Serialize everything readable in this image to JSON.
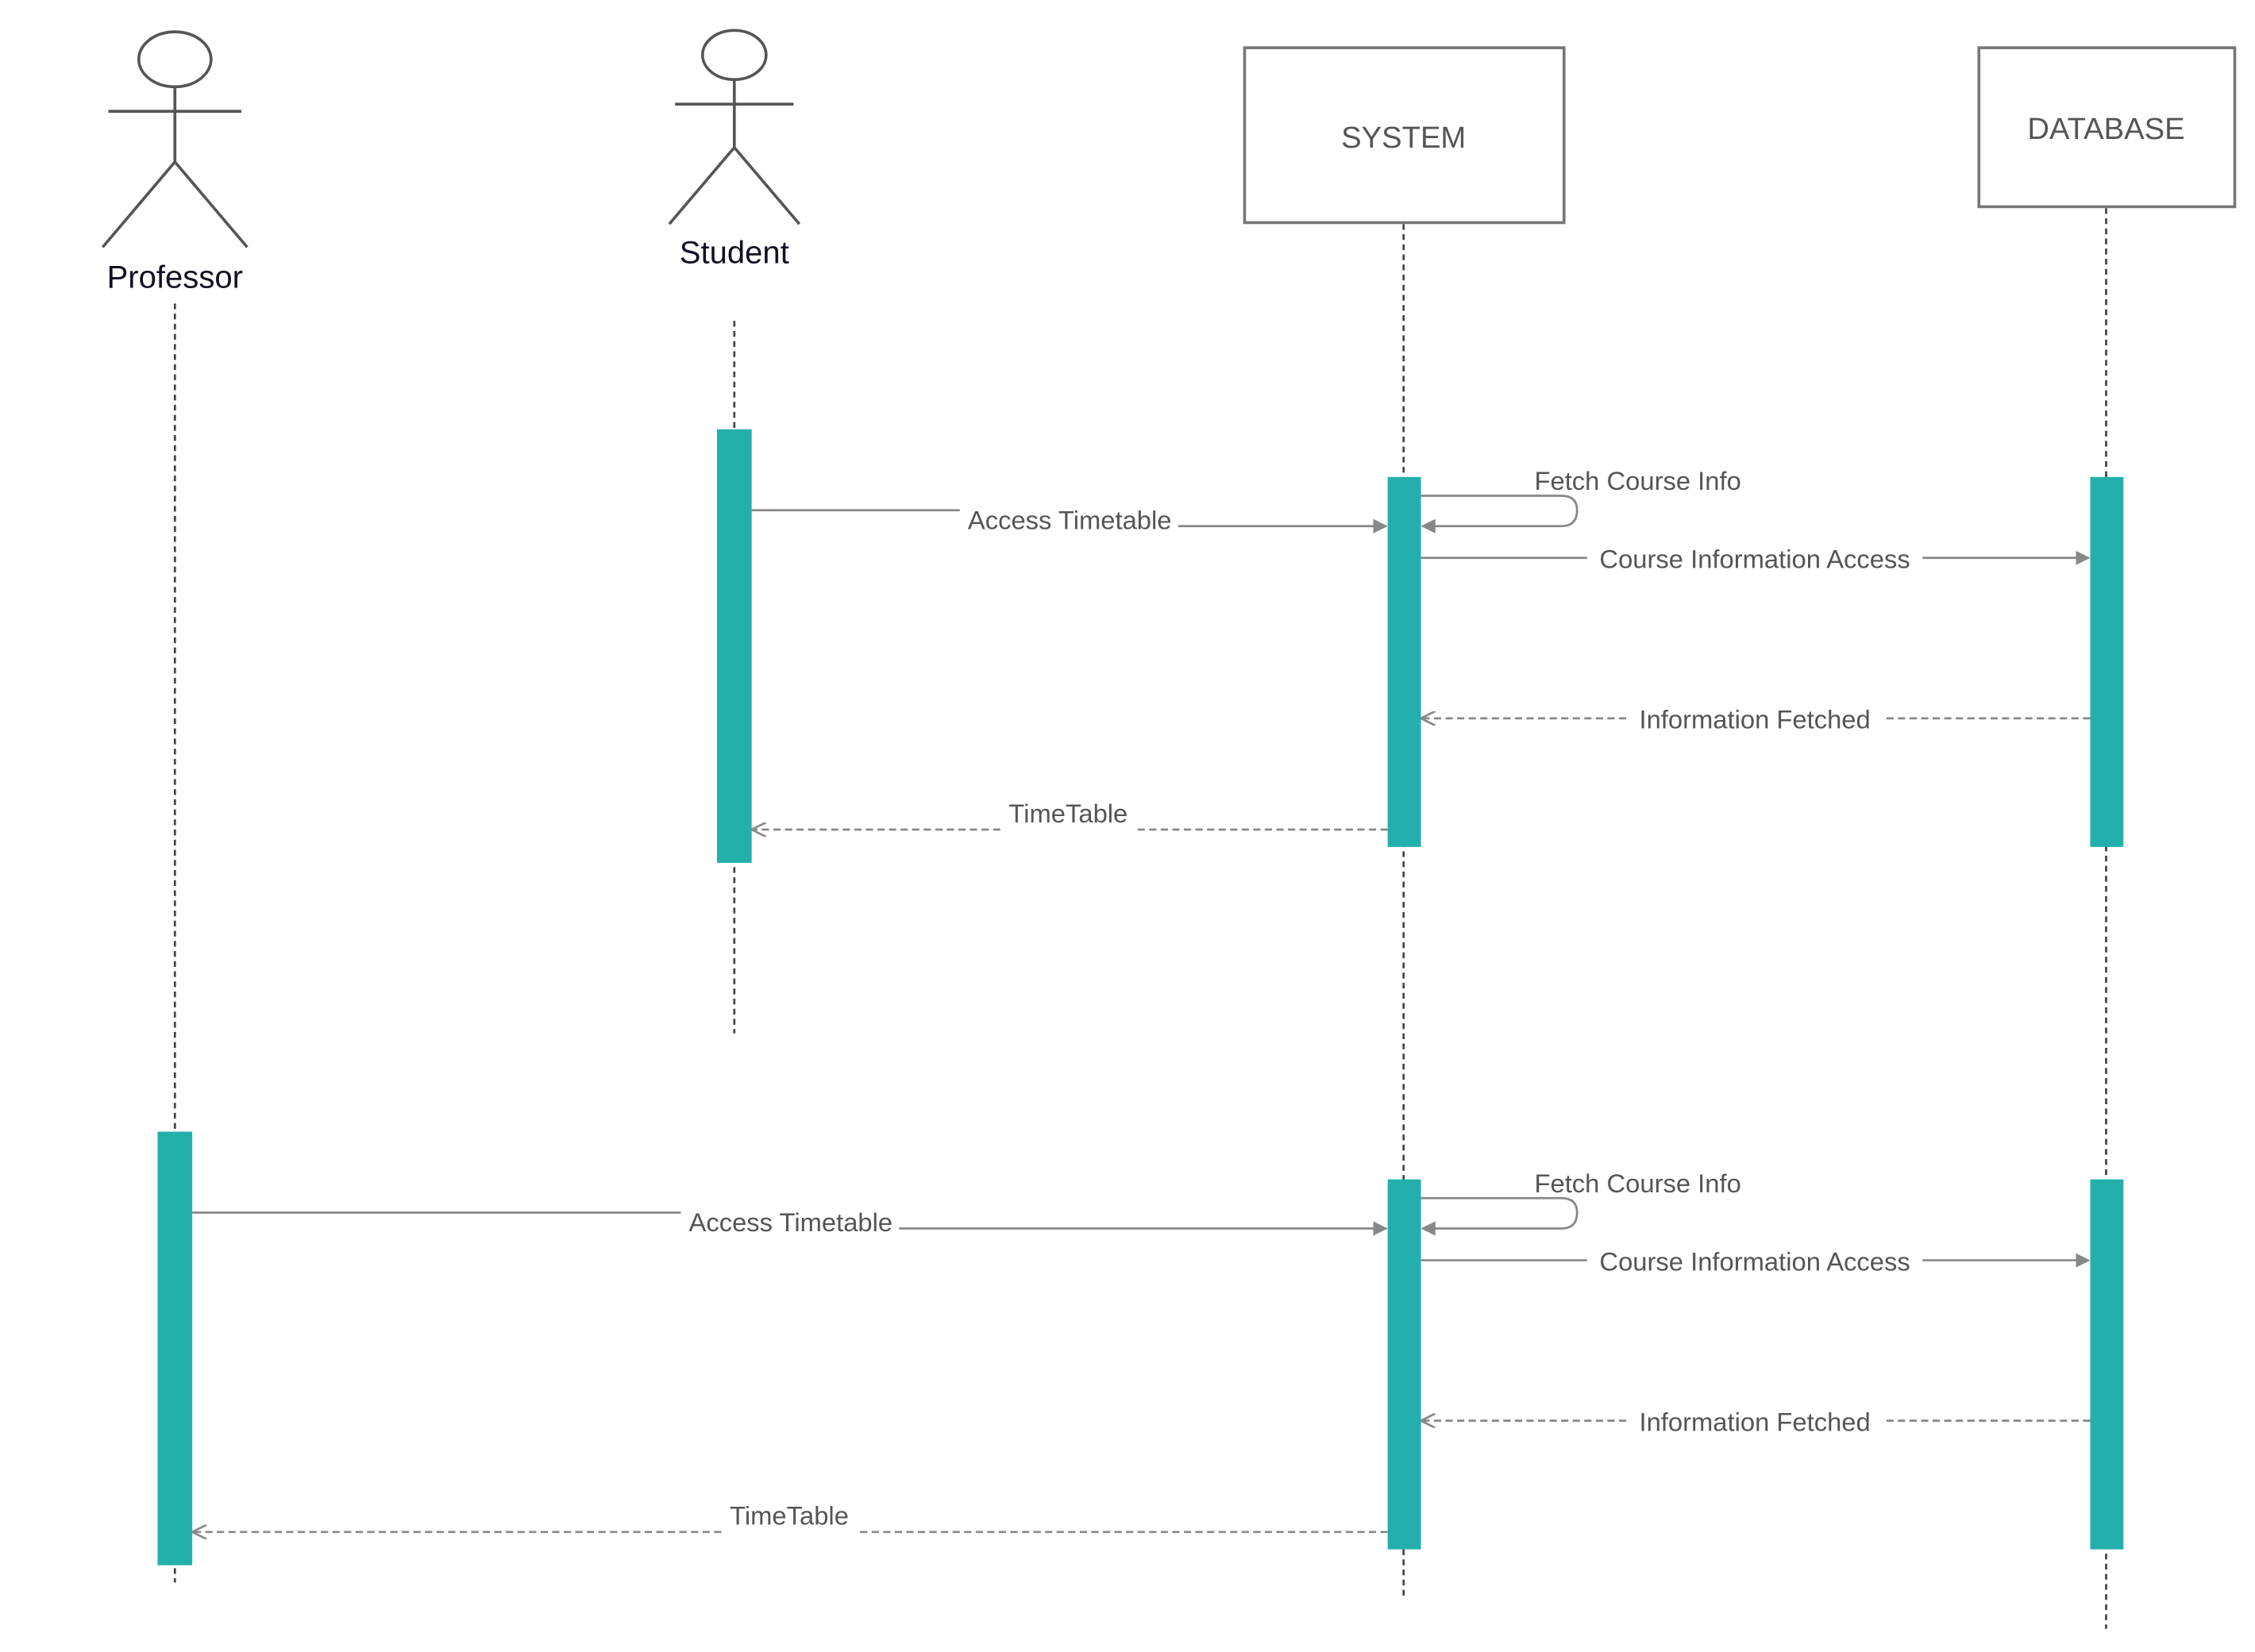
{
  "colors": {
    "activation": "#23b0ad",
    "line": "#888888",
    "box_stroke": "#777777",
    "text": "#555555",
    "actor_text": "#111122"
  },
  "participants": {
    "professor": "Professor",
    "student": "Student",
    "system": "SYSTEM",
    "database": "DATABASE"
  },
  "messages": {
    "access_timetable": "Access Timetable",
    "fetch_course_info": "Fetch Course Info",
    "course_information_access": "Course Information Access",
    "information_fetched": "Information Fetched",
    "timetable": "TimeTable"
  }
}
